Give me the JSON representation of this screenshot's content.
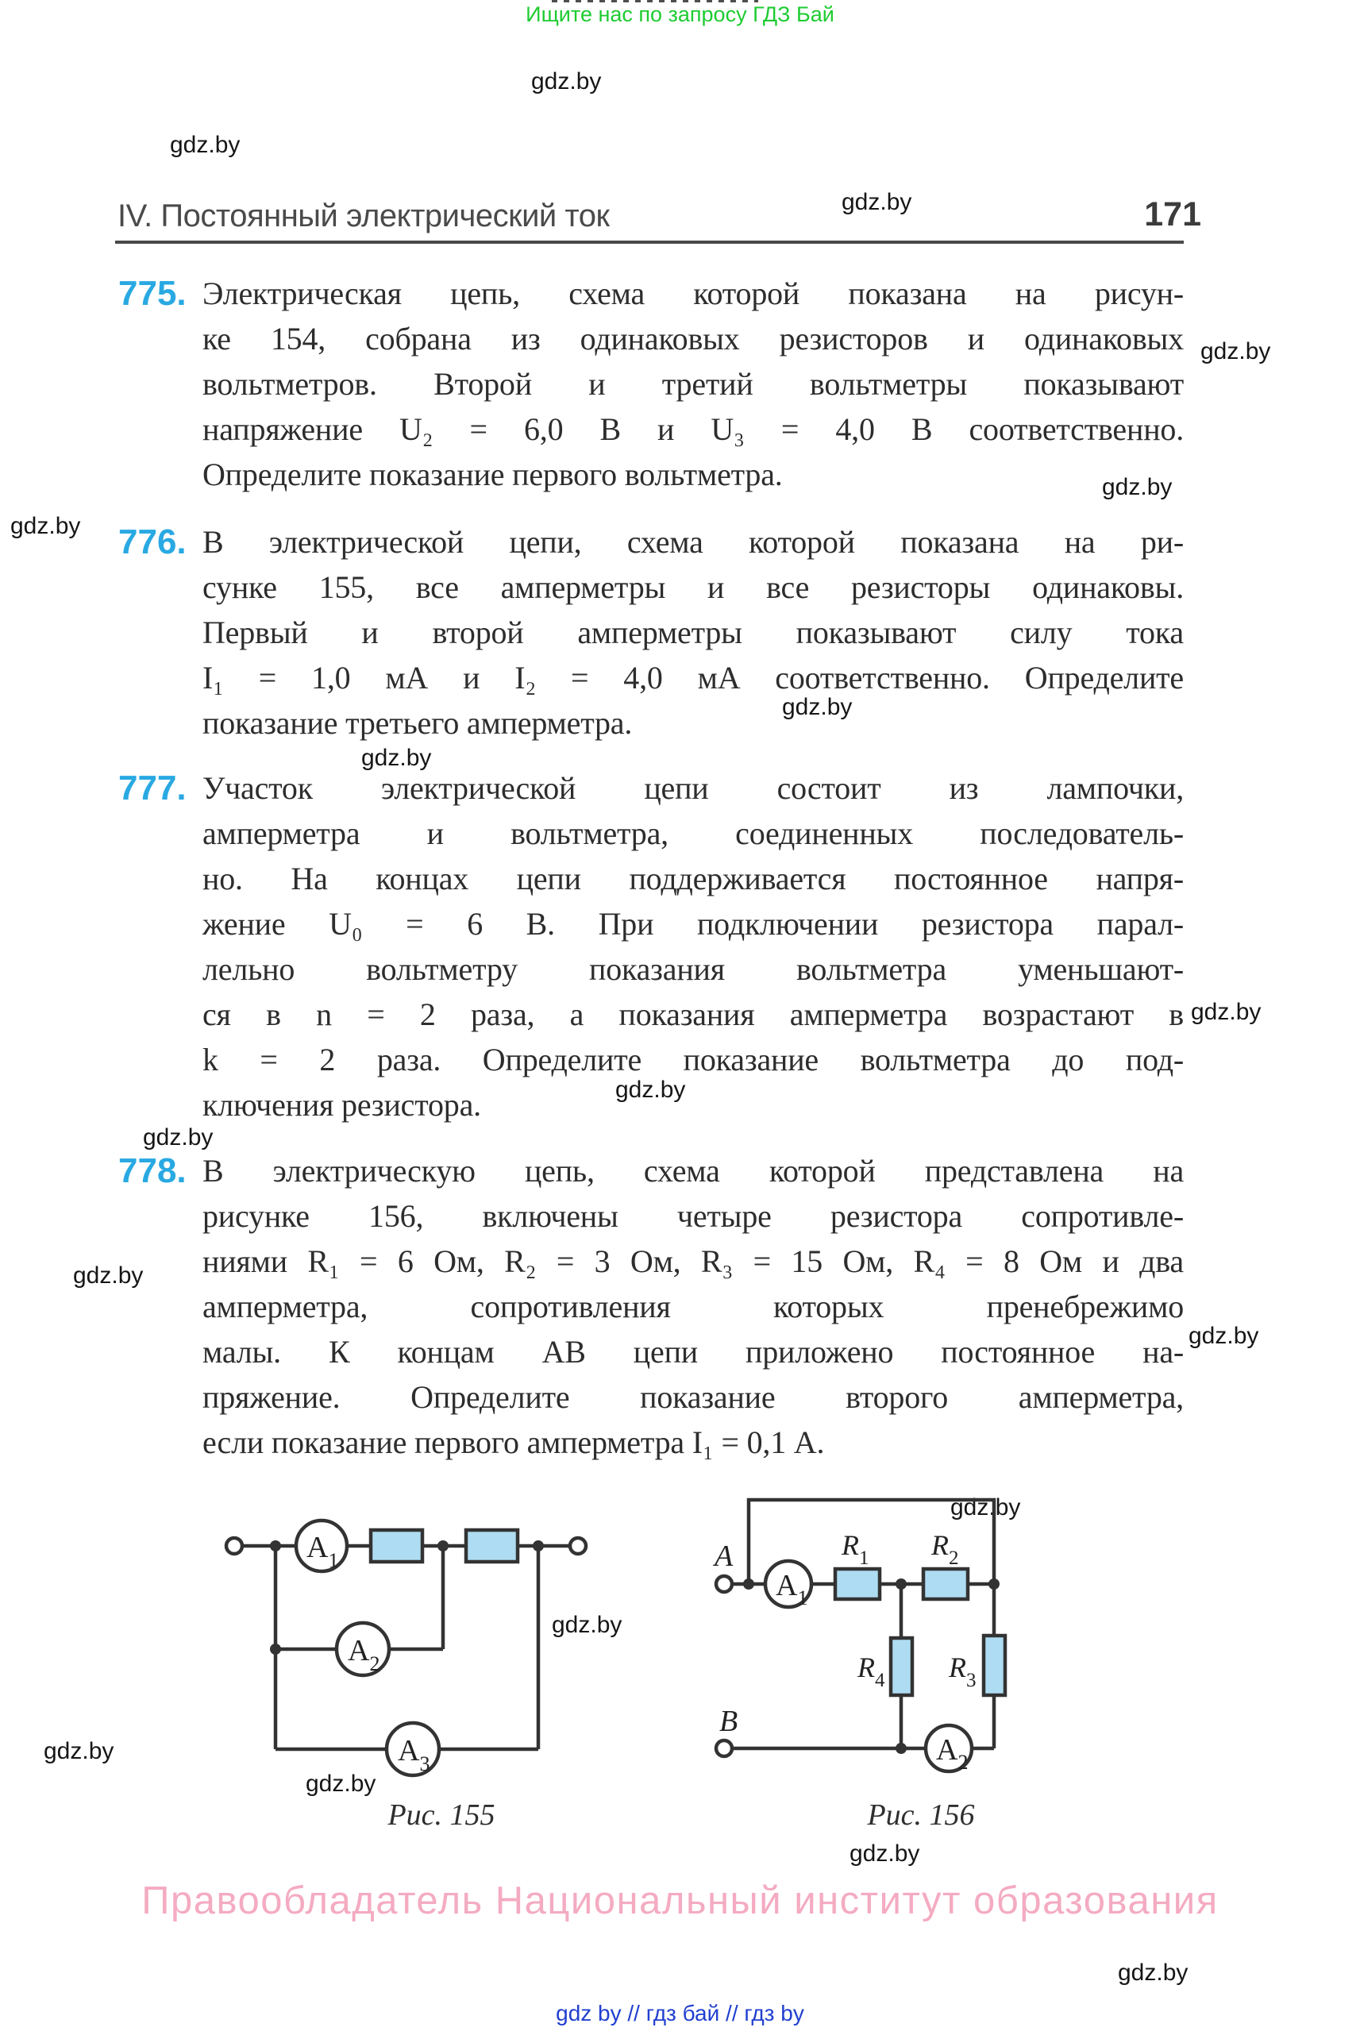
{
  "page": {
    "banner": "Ищите нас по запросу ГДЗ Бай",
    "watermark": "gdz.by",
    "colors": {
      "banner_green": "#1ecb31",
      "problem_number_cyan": "#29a9e2",
      "copyright_pink": "#f4abc1",
      "footer_link_blue": "#2140cf",
      "resistor_blue": "#aedcf2"
    }
  },
  "header": {
    "chapter": "IV. Постоянный электрический ток",
    "page_number": "171"
  },
  "problems": [
    {
      "number": "775.",
      "lines": [
        "Электрическая цепь, схема которой показана на рисун-",
        "ке 154, собрана из одинаковых резисторов и одинаковых",
        "вольтметров. Второй и третий вольтметры показывают",
        "напряжение U₂ = 6,0 В и U₃ = 4,0 В соответственно.",
        "Определите показание первого вольтметра."
      ]
    },
    {
      "number": "776.",
      "lines": [
        "В электрической цепи, схема которой показана на ри-",
        "сунке 155, все амперметры и все резисторы одинаковы.",
        "Первый и второй амперметры показывают силу тока",
        "I₁ = 1,0 мА и I₂ = 4,0 мА соответственно. Определите",
        "показание третьего амперметра."
      ]
    },
    {
      "number": "777.",
      "lines": [
        "Участок электрической цепи состоит из лампочки,",
        "амперметра и вольтметра, соединенных последователь-",
        "но. На концах цепи поддерживается постоянное напря-",
        "жение U₀ = 6 В. При подключении резистора парал-",
        "лельно вольтметру показания вольтметра уменьшают-",
        "ся в n = 2 раза, а показания амперметра возрастают в",
        "k = 2 раза. Определите показание вольтметра до под-",
        "ключения резистора."
      ]
    },
    {
      "number": "778.",
      "lines": [
        "В электрическую цепь, схема которой представлена на",
        "рисунке 156, включены четыре резистора сопротивле-",
        "ниями R₁ = 6 Ом, R₂ = 3 Ом, R₃ = 15 Ом, R₄ = 8 Ом и два",
        "амперметра, сопротивления которых пренебрежимо",
        "малы. К концам AB цепи приложено постоянное на-",
        "пряжение. Определите показание второго амперметра,",
        "если показание первого амперметра I₁ = 0,1 А."
      ]
    }
  ],
  "figures": {
    "resistor_fill": "#aedcf2",
    "fig155": {
      "caption": "Рис. 155",
      "ammeters": [
        {
          "base": "A",
          "sub": "1"
        },
        {
          "base": "A",
          "sub": "2"
        },
        {
          "base": "A",
          "sub": "3"
        }
      ]
    },
    "fig156": {
      "caption": "Рис. 156",
      "terminal_a": "A",
      "terminal_b": "B",
      "ammeters": [
        {
          "base": "A",
          "sub": "1"
        },
        {
          "base": "A",
          "sub": "2"
        }
      ],
      "resistors": [
        {
          "base": "R",
          "sub": "1"
        },
        {
          "base": "R",
          "sub": "2"
        },
        {
          "base": "R",
          "sub": "3"
        },
        {
          "base": "R",
          "sub": "4"
        }
      ]
    }
  },
  "footer": {
    "copyright": "Правообладатель Национальный институт образования",
    "links": "gdz by  //  гдз бай  //  гдз by"
  }
}
